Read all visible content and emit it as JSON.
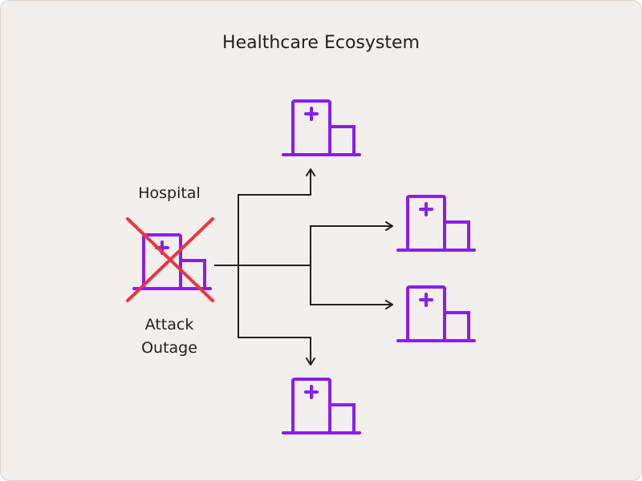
{
  "diagram": {
    "title": "Healthcare Ecosystem",
    "source_node": {
      "label": "Hospital",
      "status_lines": [
        "Attack",
        "Outage"
      ],
      "struck_through": true
    },
    "target_nodes": [
      "hospital",
      "hospital",
      "hospital",
      "hospital"
    ],
    "colors": {
      "background": "#f2efec",
      "hospital_icon": "#8b1cf0",
      "cross": "#ef3340",
      "arrows": "#222222",
      "text": "#1f1f1f"
    },
    "icons": {
      "hospital": "hospital-building-icon",
      "cross": "red-x-icon"
    }
  }
}
